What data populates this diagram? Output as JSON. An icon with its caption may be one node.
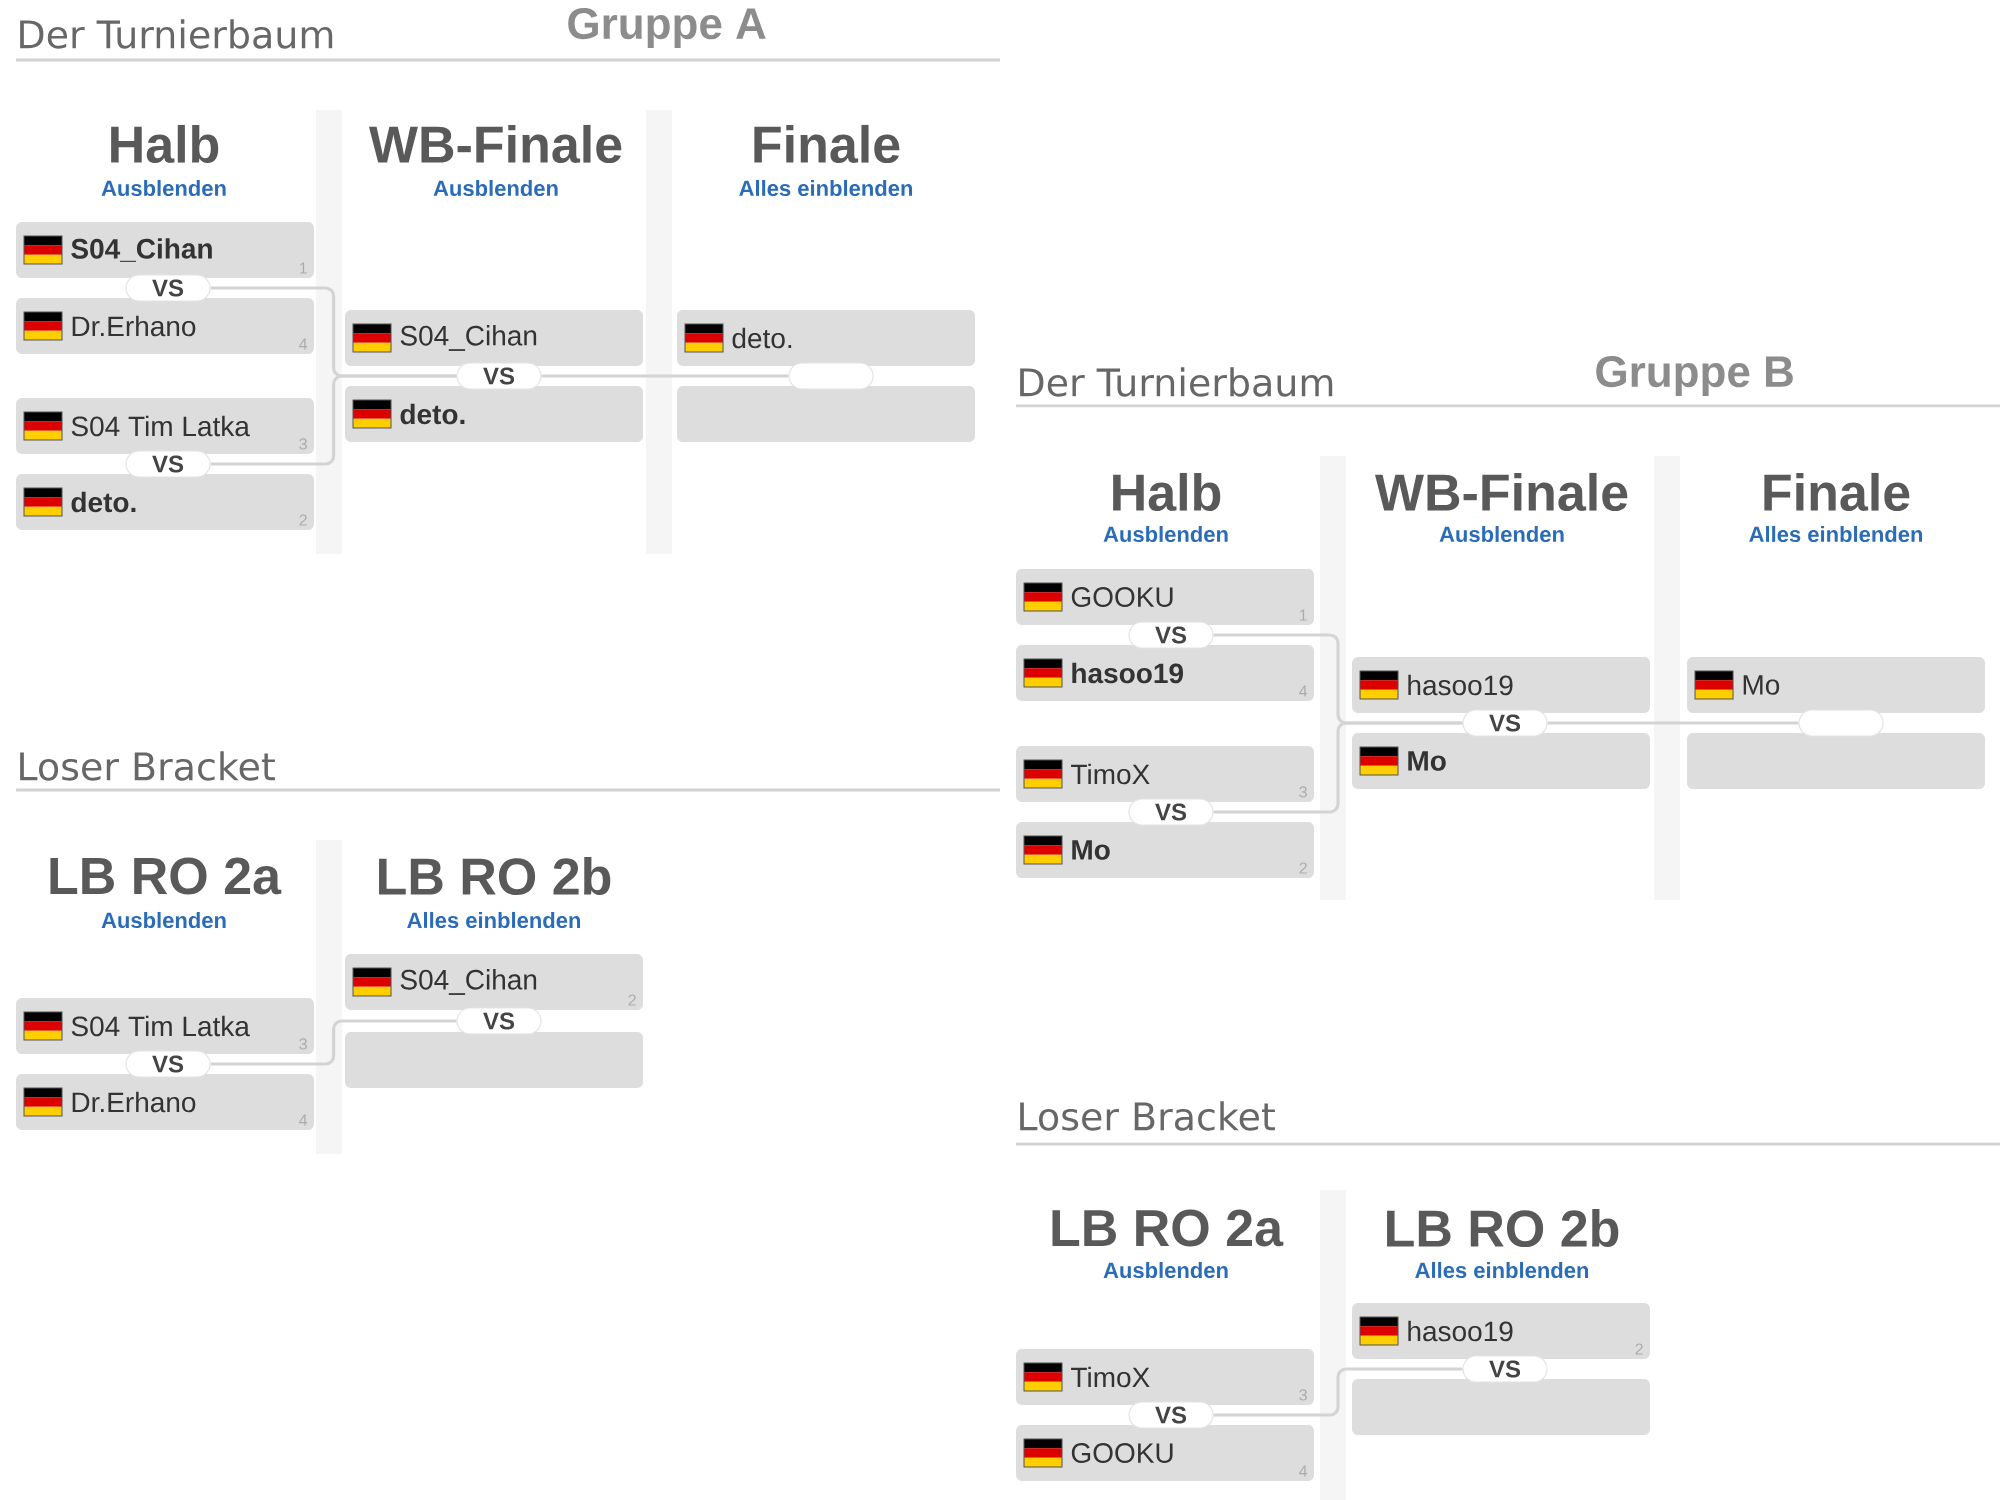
{
  "diagram": {
    "nodes": [
      {
        "text": [
          "S04_Cihan",
          "1"
        ]
      },
      {
        "text": [
          "VS"
        ]
      },
      {
        "text": [
          "Dr.Erhano",
          "4"
        ]
      },
      {
        "text": [
          "S04 Tim Latka",
          "3"
        ]
      },
      {
        "text": [
          "VS"
        ]
      },
      {
        "text": [
          "deto.",
          "2"
        ]
      },
      {
        "text": [
          "S04_Cihan"
        ]
      },
      {
        "text": [
          "VS"
        ]
      },
      {
        "text": [
          "deto."
        ]
      },
      {
        "text": [
          "deto."
        ]
      },
      {
        "text": [],
        "shape": "box"
      },
      {
        "text": [],
        "shape": "box"
      },
      {
        "text": [
          "S04 Tim Latka",
          "3"
        ]
      },
      {
        "text": [
          "VS"
        ]
      },
      {
        "text": [
          "Dr.Erhano",
          "4"
        ]
      },
      {
        "text": [
          "S04_Cihan",
          "2"
        ]
      },
      {
        "text": [
          "VS"
        ]
      },
      {
        "text": [],
        "shape": "box"
      },
      {
        "text": [
          "GOOKU",
          "1"
        ]
      },
      {
        "text": [
          "VS"
        ]
      },
      {
        "text": [
          "hasoo19",
          "4"
        ]
      },
      {
        "text": [
          "TimoX",
          "3"
        ]
      },
      {
        "text": [
          "VS"
        ]
      },
      {
        "text": [
          "Mo",
          "2"
        ]
      },
      {
        "text": [
          "hasoo19"
        ]
      },
      {
        "text": [
          "VS"
        ]
      },
      {
        "text": [
          "Mo"
        ]
      },
      {
        "text": [
          "Mo"
        ]
      },
      {
        "text": [],
        "shape": "box"
      },
      {
        "text": [],
        "shape": "box"
      },
      {
        "text": [
          "TimoX",
          "3"
        ]
      },
      {
        "text": [
          "VS"
        ]
      },
      {
        "text": [
          "GOOKU",
          "4"
        ]
      },
      {
        "text": [
          "hasoo19",
          "2"
        ]
      },
      {
        "text": [
          "VS"
        ]
      },
      {
        "text": [],
        "shape": "box"
      }
    ],
    "edges": [
      {
        "from": 1,
        "to": 7,
        "arrow": "none"
      },
      {
        "from": 4,
        "to": 7,
        "arrow": "none"
      },
      {
        "from": 7,
        "to": 10,
        "arrow": "none"
      },
      {
        "from": 13,
        "to": 16,
        "arrow": "none"
      },
      {
        "from": 19,
        "to": 25,
        "arrow": "none"
      },
      {
        "from": 22,
        "to": 25,
        "arrow": "none"
      },
      {
        "from": 25,
        "to": 28,
        "arrow": "none"
      },
      {
        "from": 31,
        "to": 34,
        "arrow": "none"
      }
    ],
    "labels": [
      "Der Turnierbaum",
      "Gruppe A",
      "Halb",
      "Ausblenden",
      "WB-Finale",
      "Ausblenden",
      "Finale",
      "Alles einblenden",
      "Loser Bracket",
      "LB RO 2a",
      "Ausblenden",
      "LB RO 2b",
      "Alles einblenden",
      "Der Turnierbaum",
      "Gruppe B",
      "Halb",
      "Ausblenden",
      "WB-Finale",
      "Ausblenden",
      "Finale",
      "Alles einblenden",
      "Loser Bracket",
      "LB RO 2a",
      "Ausblenden",
      "LB RO 2b",
      "Alles einblenden"
    ]
  }
}
